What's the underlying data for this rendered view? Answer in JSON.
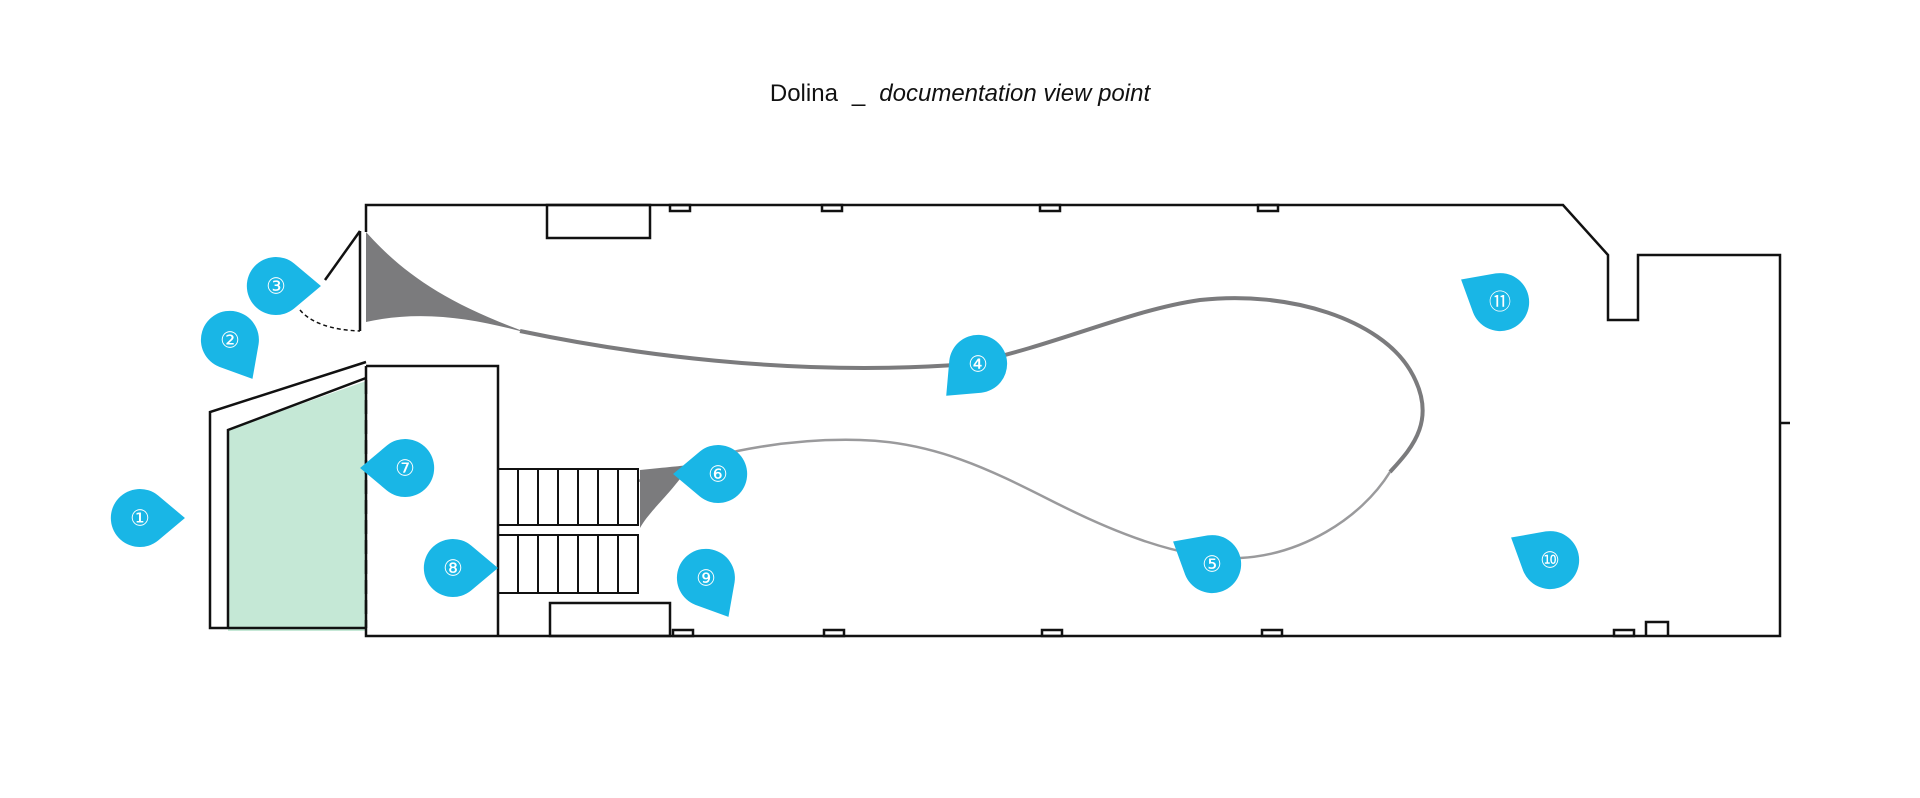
{
  "title": {
    "main": "Dolina",
    "separator": "_",
    "subtitle": "documentation view point"
  },
  "colors": {
    "marker": "#19b6e6",
    "wall": "#111111",
    "room_fill": "#c5e8d6",
    "membrane": "#7a7a7c"
  },
  "markers": [
    {
      "label": "①",
      "dir": "east"
    },
    {
      "label": "②",
      "dir": "south-east"
    },
    {
      "label": "③",
      "dir": "east"
    },
    {
      "label": "④",
      "dir": "south-west"
    },
    {
      "label": "⑤",
      "dir": "north-west"
    },
    {
      "label": "⑥",
      "dir": "west"
    },
    {
      "label": "⑦",
      "dir": "west"
    },
    {
      "label": "⑧",
      "dir": "east"
    },
    {
      "label": "⑨",
      "dir": "south-east"
    },
    {
      "label": "⑩",
      "dir": "north-west"
    },
    {
      "label": "⑪",
      "dir": "north-west"
    }
  ]
}
